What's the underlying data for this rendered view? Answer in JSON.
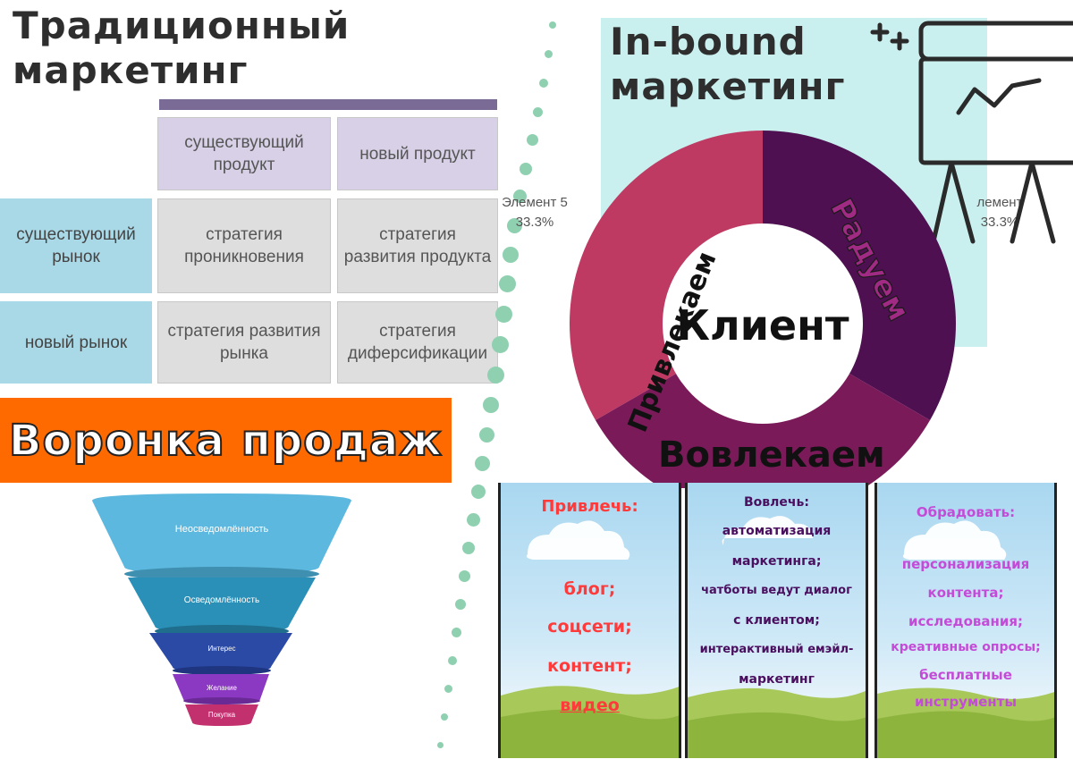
{
  "traditional": {
    "title_line1": "Традиционный",
    "title_line2": "маркетинг",
    "matrix": {
      "col_headers": [
        "существующий продукт",
        "новый продукт"
      ],
      "rows": [
        {
          "label": "существующий рынок",
          "cells": [
            "стратегия проникновения",
            "стратегия развития продукта"
          ]
        },
        {
          "label": "новый рынок",
          "cells": [
            "стратегия развития рынка",
            "стратегия диферсификации"
          ]
        }
      ]
    }
  },
  "funnel": {
    "banner": "Воронка продаж",
    "stages": [
      "Неосведомлённость",
      "Осведомлённость",
      "Интерес",
      "Желание",
      "Покупка"
    ],
    "colors": [
      "#5cb8de",
      "#2a90b8",
      "#2b4aa6",
      "#8b39c2",
      "#c2306e"
    ]
  },
  "inbound": {
    "title_line1": "In-bound",
    "title_line2": "маркетинг",
    "ghost_left_label": "Элемент 5",
    "ghost_left_value": "33.3%",
    "ghost_right_label": "лемент",
    "ghost_right_value": "33.3%",
    "center_label": "Клиент",
    "segments": [
      {
        "label": "Привлекаем",
        "color": "#be3a63"
      },
      {
        "label": "Радуем",
        "color": "#4e1050"
      },
      {
        "label": "Вовлекаем",
        "color": "#7a1a59"
      }
    ],
    "accent_colors": {
      "teal_block": "#c9f0ef",
      "dots": "#8fd0b0",
      "banner": "#ff6a00"
    }
  },
  "panels": [
    {
      "heading": "Привлечь:",
      "color": "#ff3a3a",
      "items": [
        "блог;",
        "соцсети;",
        "контент;",
        "видео"
      ]
    },
    {
      "heading": "Вовлечь:",
      "color": "#4a0f5f",
      "items": [
        "автоматизация",
        "маркетинга;",
        "чатботы ведут диалог",
        "с клиентом;",
        "интерактивный емэйл-",
        "маркетинг"
      ]
    },
    {
      "heading": "Обрадовать:",
      "color": "#c44bd8",
      "items": [
        "персонализация",
        "контента;",
        "исследования;",
        "креативные опросы;",
        "бесплатные",
        "инструменты"
      ]
    }
  ]
}
